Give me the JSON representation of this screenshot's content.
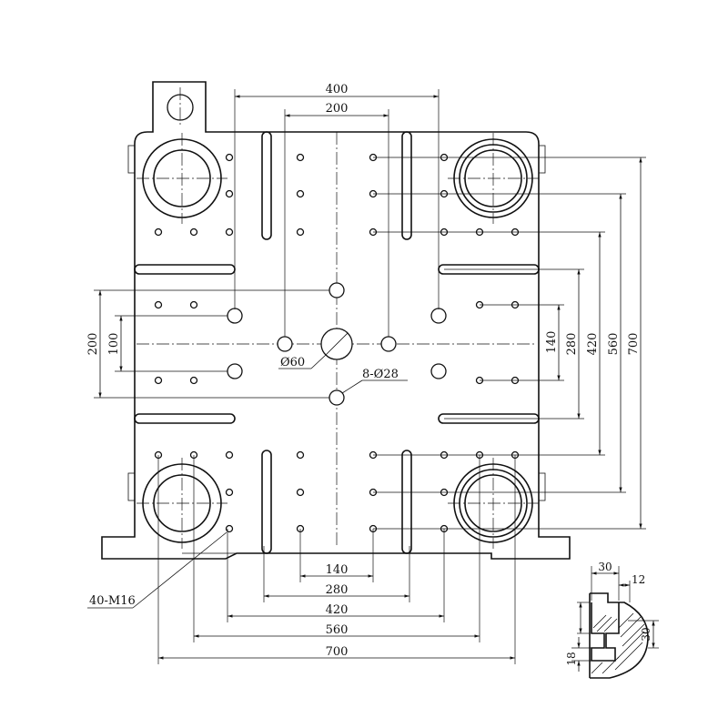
{
  "diagram": {
    "dims_bottom": [
      "140",
      "280",
      "420",
      "560",
      "700"
    ],
    "dims_top": [
      "400",
      "200"
    ],
    "dims_right": [
      "140",
      "280",
      "420",
      "560",
      "700"
    ],
    "dims_left": [
      "200",
      "100"
    ],
    "callouts": {
      "center_bore": "Ø60",
      "pilot_holes": "8-Ø28",
      "tapped_holes": "40-M16"
    },
    "slot_section": {
      "top_width": "30",
      "top_offset": "12",
      "depth": "30",
      "bottom": "18"
    }
  }
}
